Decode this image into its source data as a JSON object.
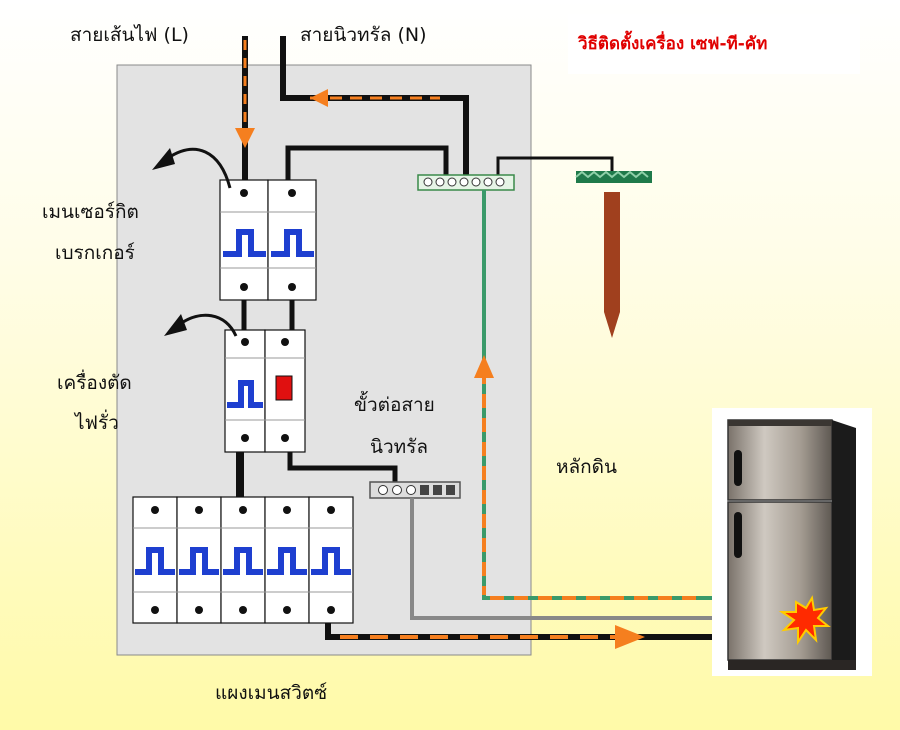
{
  "labels": {
    "live_wire": "สายเส้นไฟ (L)",
    "neutral_wire": "สายนิวทรัล (N)",
    "title": "วิธีติดตั้งเครื่อง เซฟ-ที-คัท",
    "main_breaker_line1": "เมนเซอร์กิต",
    "main_breaker_line2": "เบรกเกอร์",
    "rcd_line1": "เครื่องตัด",
    "rcd_line2": "ไฟรั่ว",
    "neutral_terminal_line1": "ขั้วต่อสาย",
    "neutral_terminal_line2": "นิวทรัล",
    "ground_rod": "หลักดิน",
    "main_panel": "แผงเมนสวิตซ์"
  },
  "colors": {
    "panel": "#e3e3e3",
    "wire": "#111111",
    "arrow": "#f57f1f",
    "ground_wire": "#3a9a6a",
    "switch_blue": "#1e3fd0",
    "fault_red": "#e01010",
    "ground_rod": "#a0401e",
    "title": "#e00000"
  }
}
